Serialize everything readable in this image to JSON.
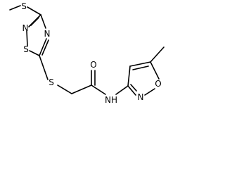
{
  "molecule": {
    "atoms": {
      "s_methylthio": "S",
      "n_thiadiazole_top": "N",
      "s_ring": "S",
      "n_thiadiazole_bottom": "N",
      "s_linker": "S",
      "o_carbonyl": "O",
      "nh_amide": "NH",
      "n_isoxazole": "N",
      "o_isoxazole": "O"
    }
  }
}
